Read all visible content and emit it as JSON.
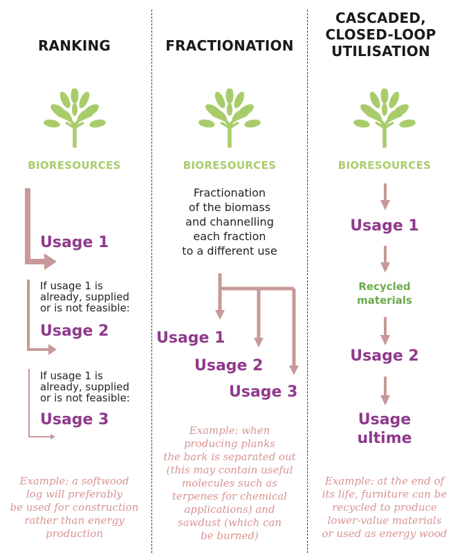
{
  "columns": {
    "ranking": {
      "title": "RANKING",
      "bioresources": "BIORESOURCES",
      "usage1": "Usage 1",
      "condition1": [
        "If usage 1 is",
        "already, supplied",
        "or is not feasible:"
      ],
      "usage2": "Usage 2",
      "condition2": [
        "If usage 1 is",
        "already, supplied",
        "or is not feasible:"
      ],
      "usage3": "Usage 3",
      "example": [
        "Example: a softwood",
        "log will preferably",
        "be used for construction",
        "rather than energy",
        "production"
      ]
    },
    "fractionation": {
      "title": "FRACTIONATION",
      "bioresources": "BIORESOURCES",
      "description": [
        "Fractionation",
        "of the biomass",
        "and channelling",
        "each fraction",
        "to a different use"
      ],
      "usage1": "Usage 1",
      "usage2": "Usage 2",
      "usage3": "Usage 3",
      "example": [
        "Example: when",
        "producing planks",
        "the bark is separated out",
        "(this may contain useful",
        "molecules such as",
        "terpenes for chemical",
        "applications) and",
        "sawdust (which can",
        "be burned)"
      ]
    },
    "cascaded": {
      "title": [
        "CASCADED,",
        "CLOSED-LOOP",
        "UTILISATION"
      ],
      "bioresources": "BIORESOURCES",
      "usage1": "Usage 1",
      "recycled": [
        "Recycled",
        "materials"
      ],
      "usage2": "Usage 2",
      "usage_final": [
        "Usage",
        "ultime"
      ],
      "example": [
        "Example: at the end of",
        "its life, furniture can be",
        "recycled to produce",
        "lower-value materials",
        "or used as energy wood"
      ]
    }
  },
  "colors": {
    "arrow": "#c99898",
    "usage_text": "#8f3a8c",
    "bioresources_text": "#a9cc6b",
    "tree": "#a9cc6b",
    "recycled_text": "#6cab4a",
    "example_text": "#d99393"
  },
  "icons": [
    "tree-icon"
  ]
}
